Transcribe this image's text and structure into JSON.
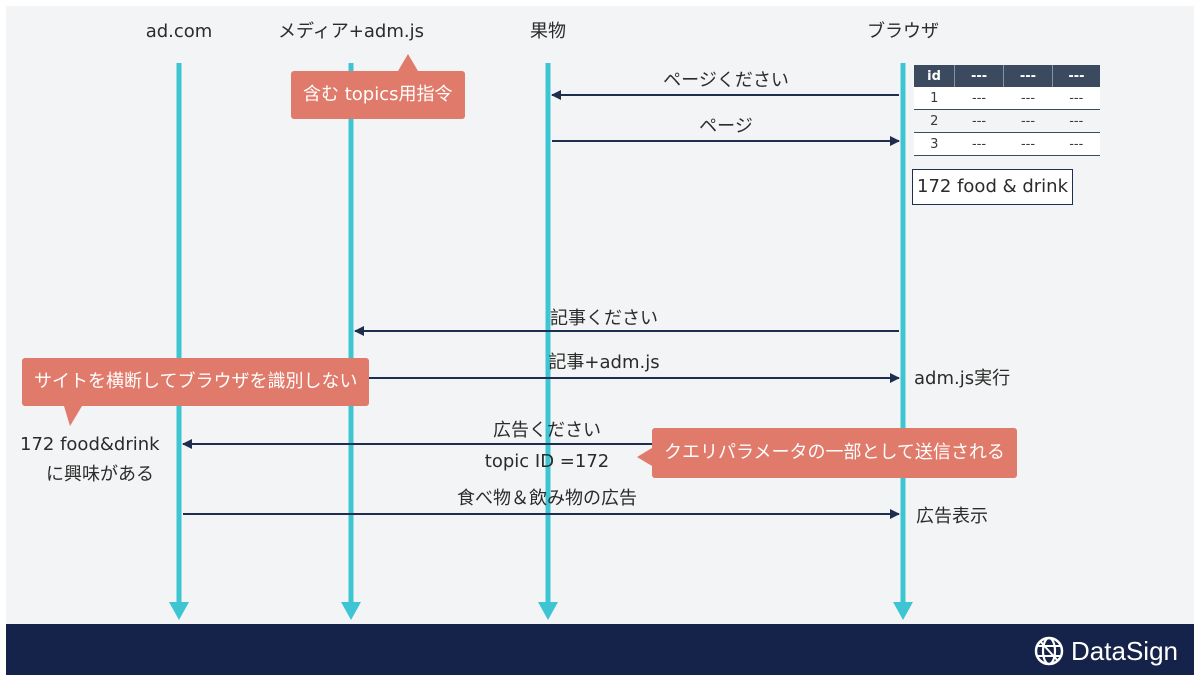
{
  "lifelines": {
    "adcom": "ad.com",
    "media": "メディア+adm.js",
    "fruit": "果物",
    "browser": "ブラウザ"
  },
  "messages": {
    "page_request": "ページください",
    "page": "ページ",
    "article_request": "記事ください",
    "article_adm": "記事+adm.js",
    "ad_request": "広告ください",
    "topic_id": "topic ID =172",
    "food_ad": "食べ物＆飲み物の広告"
  },
  "browser_notes": {
    "adm_exec": "adm.js実行",
    "ad_display": "広告表示"
  },
  "adcom_notes": {
    "line1": "172 food&drink",
    "line2": "に興味がある"
  },
  "callouts": {
    "topics_directive": "含む topics用指令",
    "no_identify": "サイトを横断してブラウザを識別しない",
    "query_param": "クエリパラメータの一部として送信される"
  },
  "topics_table": {
    "headers": [
      "id",
      "---",
      "---",
      "---"
    ],
    "rows": [
      [
        "1",
        "---",
        "---",
        "---"
      ],
      [
        "2",
        "---",
        "---",
        "---"
      ],
      [
        "3",
        "---",
        "---",
        "---"
      ]
    ]
  },
  "topic_box": "172 food & drink",
  "footer": {
    "brand": "DataSign"
  },
  "colors": {
    "lifeline": "#3ec5d3",
    "arrow": "#1f2d4f",
    "callout": "#e07a6a",
    "footer": "#15234a",
    "table_header": "#3b4a5e"
  }
}
